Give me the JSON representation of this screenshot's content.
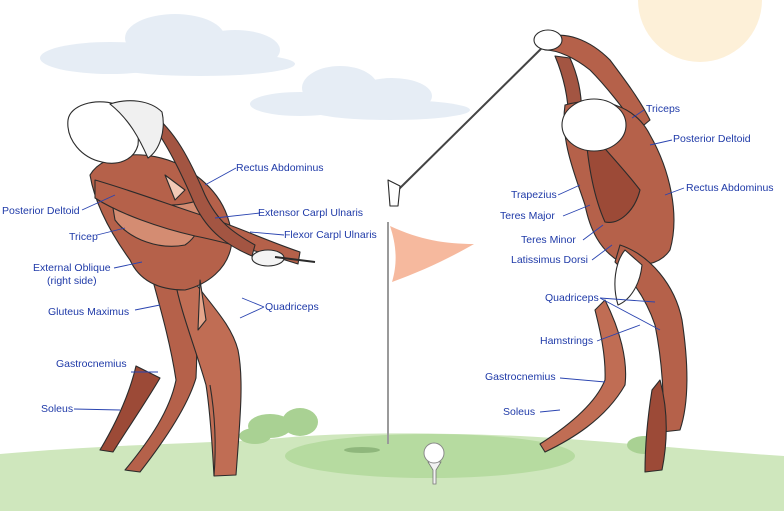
{
  "palette": {
    "label": "#1f3aa8",
    "leader": "#2a44b0",
    "muscle": "#b5614a",
    "muscle_dark": "#7a3324",
    "outline": "#2b2b2b",
    "grass": "#c9e4b4",
    "grass_dark": "#9cc98a",
    "sky_cloud": "#e6edf5",
    "sun": "#fdf0d8",
    "flag": "#f6b99e"
  },
  "left_figure": {
    "labels": [
      {
        "id": "rectus-abdominus",
        "text": "Rectus Abdominus"
      },
      {
        "id": "posterior-deltoid",
        "text": "Posterior Deltoid"
      },
      {
        "id": "extensor-carpl-ulnaris",
        "text": "Extensor Carpl Ulnaris"
      },
      {
        "id": "flexor-carpl-ulnaris",
        "text": "Flexor Carpl Ulnaris"
      },
      {
        "id": "tricep",
        "text": "Tricep"
      },
      {
        "id": "external-oblique",
        "text": "External Oblique"
      },
      {
        "id": "external-oblique-note",
        "text": "(right side)"
      },
      {
        "id": "gluteus-maximus",
        "text": "Gluteus Maximus"
      },
      {
        "id": "quadriceps",
        "text": "Quadriceps"
      },
      {
        "id": "gastrocnemius",
        "text": "Gastrocnemius"
      },
      {
        "id": "soleus",
        "text": "Soleus"
      }
    ]
  },
  "right_figure": {
    "labels": [
      {
        "id": "triceps",
        "text": "Triceps"
      },
      {
        "id": "posterior-deltoid",
        "text": "Posterior Deltoid"
      },
      {
        "id": "rectus-abdominus",
        "text": "Rectus Abdominus"
      },
      {
        "id": "trapezius",
        "text": "Trapezius"
      },
      {
        "id": "teres-major",
        "text": "Teres Major"
      },
      {
        "id": "teres-minor",
        "text": "Teres Minor"
      },
      {
        "id": "latissimus-dorsi",
        "text": "Latissimus Dorsi"
      },
      {
        "id": "quadriceps",
        "text": "Quadriceps"
      },
      {
        "id": "hamstrings",
        "text": "Hamstrings"
      },
      {
        "id": "gastrocnemius",
        "text": "Gastrocnemius"
      },
      {
        "id": "soleus",
        "text": "Soleus"
      }
    ]
  }
}
